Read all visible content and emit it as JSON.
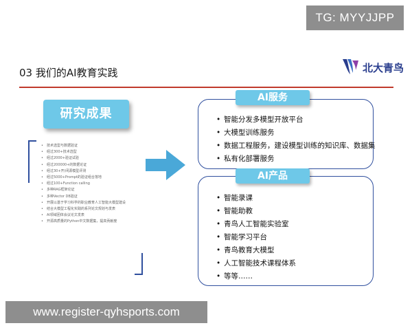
{
  "watermark_top": "TG: MYYJJPP",
  "slide": {
    "title": "03 我们的AI教育实践",
    "logo_text": "北大青鸟"
  },
  "research": {
    "heading": "研究成果",
    "items": [
      "技术选型与数据验证",
      "经过300+技术选型",
      "经过2000+验证试验",
      "经过200000+的数据论证",
      "经过30+开/闭源模型评测",
      "经过5000+Prompt的验证组合落地",
      "经过100+Function calling",
      "多种RAG框架论证",
      "多种Vector DB验证",
      "开展以基于学习科学的职业教育人工智能大模型建设",
      "结合大模型工程化实践的系列论文规划与发表",
      "AI领域团体会议论文发表",
      "开源高质量的Python中文数据集，提高贡献度"
    ]
  },
  "services": {
    "label": "AI服务",
    "items": [
      "智能分发多模型开放平台",
      "大模型训练服务",
      "数据工程服务，建设模型训练的知识库、数据集",
      "私有化部署服务"
    ]
  },
  "products": {
    "label": "AI产品",
    "items": [
      "智能录课",
      "智能助教",
      "青鸟人工智能实验室",
      "智能学习平台",
      "青鸟教育大模型",
      "人工智能技术课程体系",
      "等等……"
    ]
  },
  "watermark_bottom": "www.register-qyhsports.com",
  "colors": {
    "accent_blue": "#6ec8e8",
    "frame_blue": "#2f4f9e",
    "divider_red": "#c0392b",
    "watermark_gray": "#8e8e8e"
  }
}
